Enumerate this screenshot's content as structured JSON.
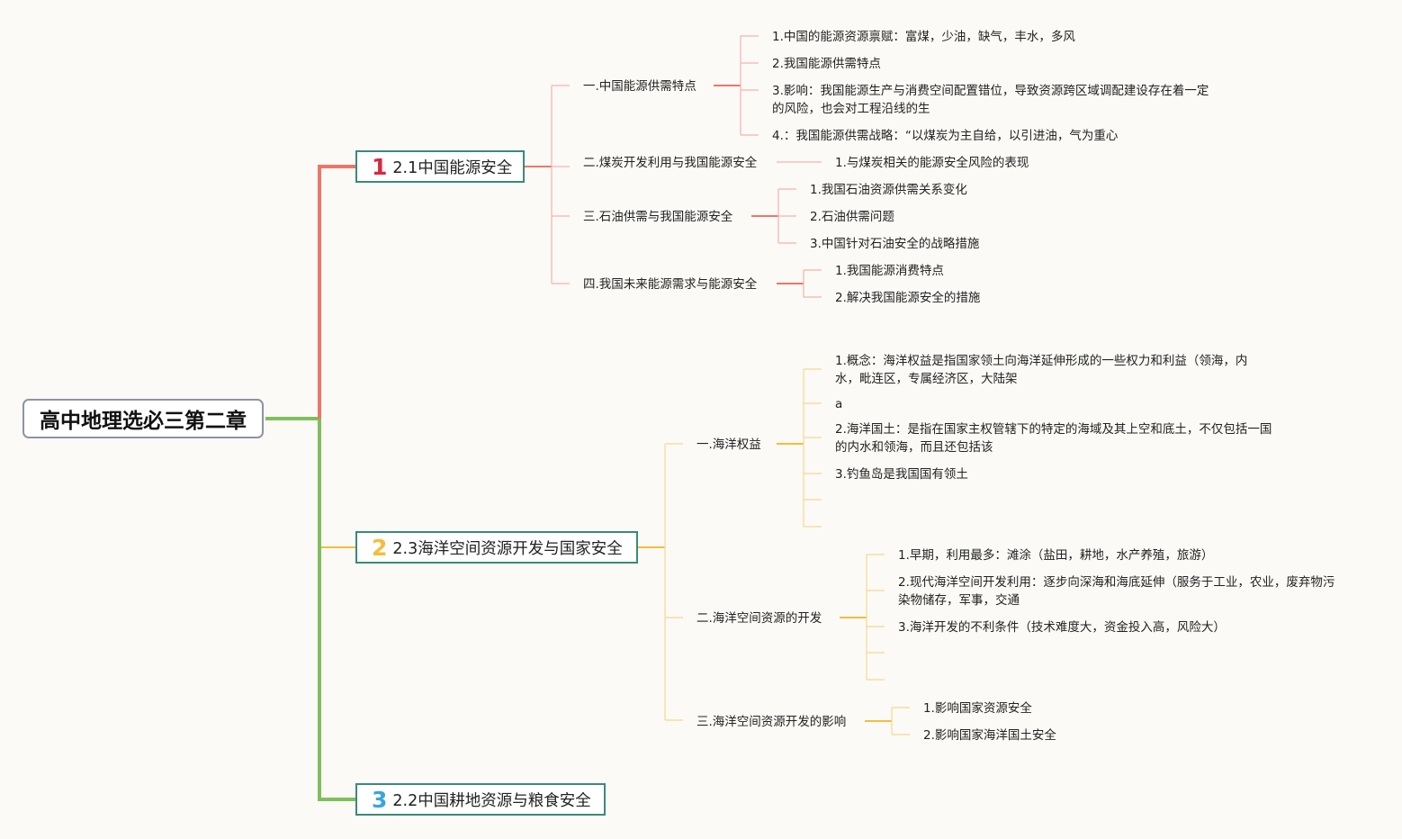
{
  "root": {
    "title": "高中地理选必三第二章"
  },
  "colors": {
    "topic1": "#f07566",
    "topic2": "#f4bd3c",
    "topic3": "#3aa4e0",
    "trunk_green": "#7fbf5b",
    "main_border": "#3a8a78",
    "num1": "#d9283e"
  },
  "topics": [
    {
      "num": "1",
      "label": "2.1中国能源安全",
      "subs": [
        {
          "label": "一.中国能源供需特点",
          "items": [
            "1.中国的能源资源禀赋：富煤，少油，缺气，丰水，多风",
            "2.我国能源供需特点",
            "3.影响：我国能源生产与消费空间配置错位，导致资源跨区域调配建设存在着一定的风险，也会对工程沿线的生",
            "4.：我国能源供需战略：“以煤炭为主自给，以引进油，气为重心"
          ]
        },
        {
          "label": "二.煤炭开发利用与我国能源安全",
          "items": [
            "1.与煤炭相关的能源安全风险的表现"
          ]
        },
        {
          "label": "三.石油供需与我国能源安全",
          "items": [
            "1.我国石油资源供需关系变化",
            "2.石油供需问题",
            "3.中国针对石油安全的战略措施"
          ]
        },
        {
          "label": "四.我国未来能源需求与能源安全",
          "items": [
            "1.我国能源消费特点",
            "2.解决我国能源安全的措施"
          ]
        }
      ]
    },
    {
      "num": "2",
      "label": "2.3海洋空间资源开发与国家安全",
      "subs": [
        {
          "label": "一.海洋权益",
          "items": [
            "1.概念：海洋权益是指国家领土向海洋延伸形成的一些权力和利益（领海，内水，毗连区，专属经济区，大陆架",
            "a",
            "2.海洋国土：是指在国家主权管辖下的特定的海域及其上空和底土，不仅包括一国的内水和领海，而且还包括该",
            "3.钓鱼岛是我国国有领土"
          ]
        },
        {
          "label": "二.海洋空间资源的开发",
          "items": [
            "1.早期，利用最多：滩涂（盐田，耕地，水产养殖，旅游）",
            "2.现代海洋空间开发利用：逐步向深海和海底延伸（服务于工业，农业，废弃物污染物储存，军事，交通",
            "3.海洋开发的不利条件（技术难度大，资金投入高，风险大）"
          ]
        },
        {
          "label": "三.海洋空间资源开发的影响",
          "items": [
            "1.影响国家资源安全",
            "2.影响国家海洋国土安全"
          ]
        }
      ]
    },
    {
      "num": "3",
      "label": "2.2中国耕地资源与粮食安全",
      "subs": []
    }
  ]
}
